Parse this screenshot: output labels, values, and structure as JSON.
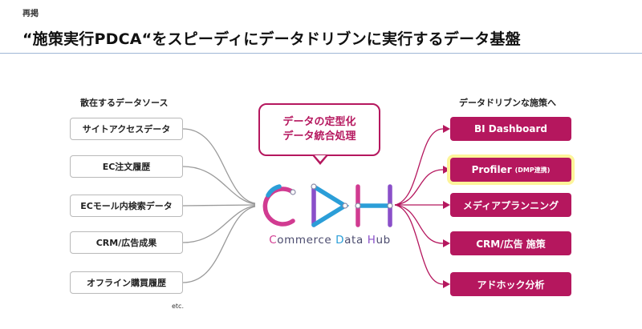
{
  "kicker": "再掲",
  "title": "“施策実行PDCA“をスピーディにデータドリブンに実行するデータ基盤",
  "left": {
    "heading": "散在するデータソース",
    "items": [
      "サイトアクセスデータ",
      "EC注文履歴",
      "ECモール内検索データ",
      "CRM/広告成果",
      "オフライン購買履歴"
    ],
    "footnote": "etc."
  },
  "center": {
    "bubble_line1": "データの定型化",
    "bubble_line2": "データ統合処理",
    "hub_letters": [
      "C",
      "D",
      "H"
    ],
    "hub_name_parts": [
      "C",
      "ommerce ",
      "D",
      "ata ",
      "H",
      "ub"
    ]
  },
  "right": {
    "heading": "データドリブンな施策へ",
    "items": [
      {
        "label": "BI Dashboard",
        "note": ""
      },
      {
        "label": "Profiler",
        "note": "(DMP連携)"
      },
      {
        "label": "メディアプランニング",
        "note": ""
      },
      {
        "label": "CRM/広告 施策",
        "note": ""
      },
      {
        "label": "アドホック分析",
        "note": ""
      }
    ]
  },
  "colors": {
    "accent": "#b5175e",
    "highlight": "#fdf49a",
    "line": "#9a9a9a",
    "hub_pink": "#d13b91",
    "hub_blue": "#2b9ed8",
    "hub_purple": "#8a4fc9"
  }
}
